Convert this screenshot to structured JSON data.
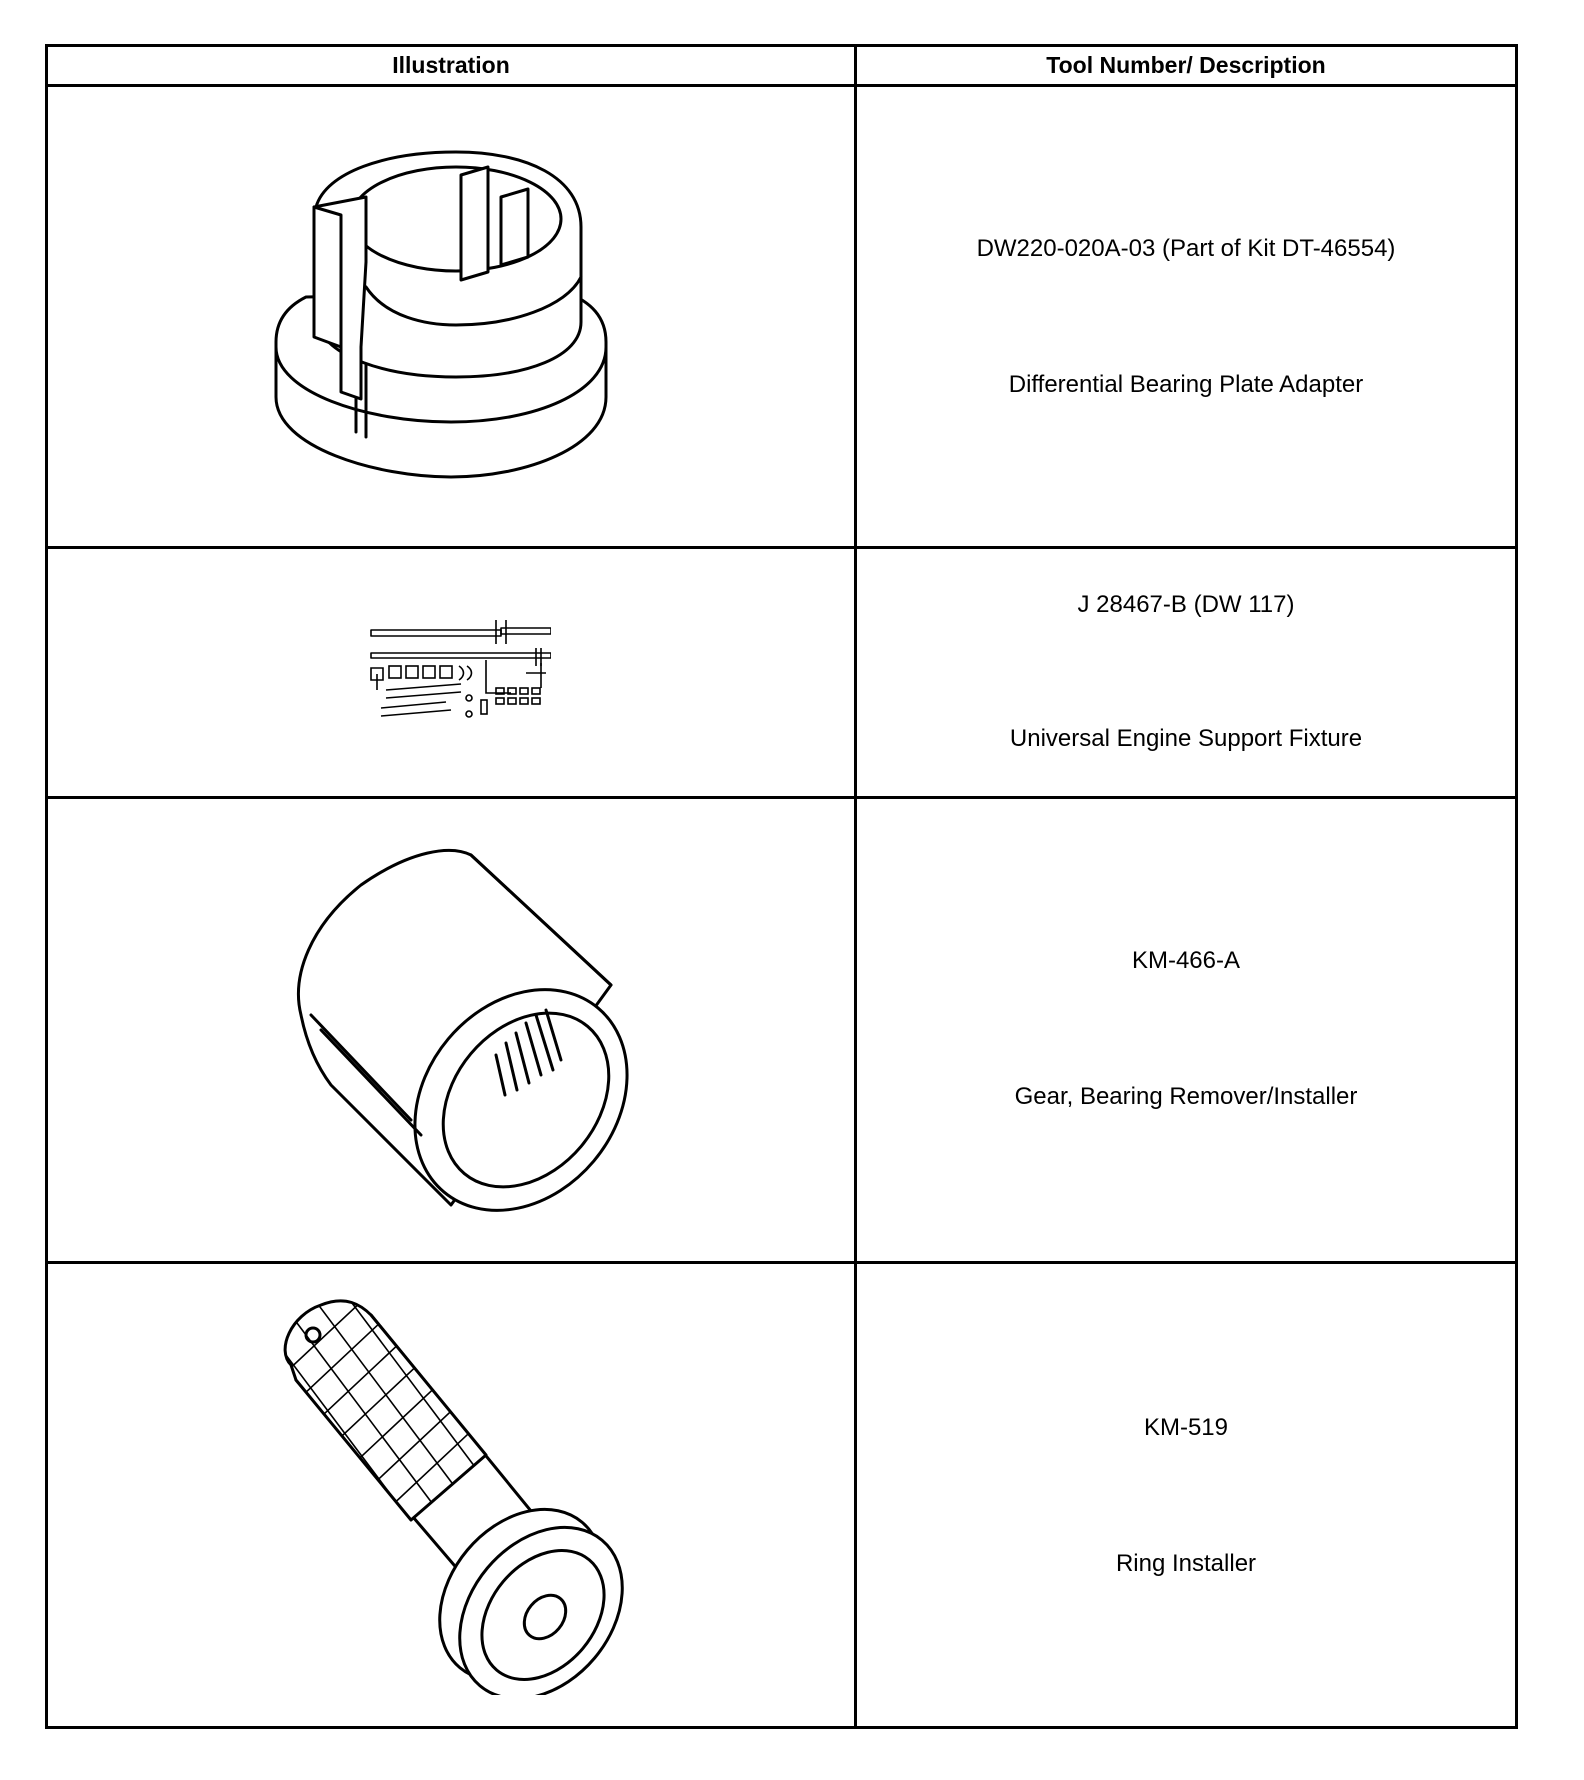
{
  "table": {
    "header": {
      "illustration": "Illustration",
      "tool": "Tool Number/ Description"
    },
    "rows": [
      {
        "illustration_icon": "bearing-plate-adapter-illustration",
        "tool_number": "DW220-020A-03 (Part of Kit DT-46554)",
        "description": "Differential Bearing Plate Adapter"
      },
      {
        "illustration_icon": "engine-support-fixture-illustration",
        "tool_number": "J 28467-B (DW 117)",
        "description": "Universal Engine Support Fixture"
      },
      {
        "illustration_icon": "bearing-remover-installer-illustration",
        "tool_number": "KM-466-A",
        "description": "Gear, Bearing Remover/Installer"
      },
      {
        "illustration_icon": "ring-installer-illustration",
        "tool_number": "KM-519",
        "description": "Ring Installer"
      }
    ]
  }
}
